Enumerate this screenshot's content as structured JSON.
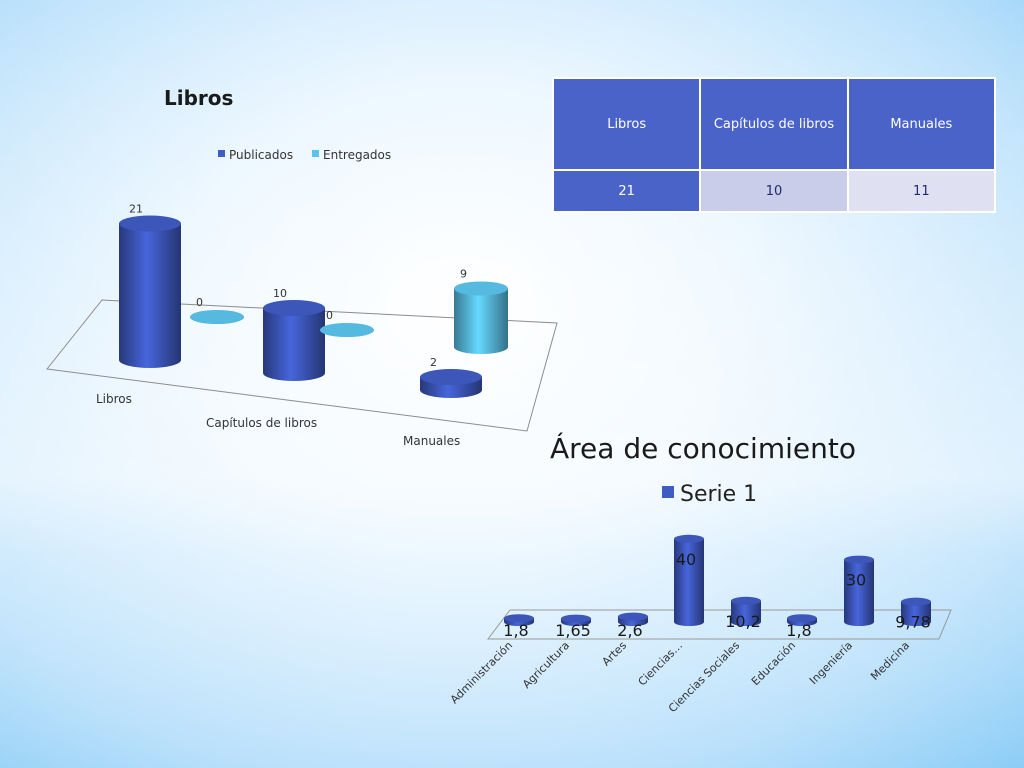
{
  "summary_table": {
    "headers": [
      "Libros",
      "Capítulos de libros",
      "Manuales"
    ],
    "values": [
      "21",
      "10",
      "11"
    ]
  },
  "chart_data": [
    {
      "type": "bar",
      "style": "3d-cylinder",
      "title": "Libros",
      "categories": [
        "Libros",
        "Capítulos de libros",
        "Manuales"
      ],
      "series": [
        {
          "name": "Publicados",
          "values": [
            21,
            10,
            2
          ],
          "color": "#3f5bc4"
        },
        {
          "name": "Entregados",
          "values": [
            0,
            0,
            9
          ],
          "color": "#5bc3ec"
        }
      ],
      "legend_position": "top",
      "grid": false
    },
    {
      "type": "bar",
      "style": "3d-cylinder",
      "title": "Área de conocimiento",
      "categories": [
        "Administración",
        "Agricultura",
        "Artes",
        "Ciencias…",
        "Ciencias Sociales",
        "Educación",
        "Ingeniería",
        "Medicina"
      ],
      "series": [
        {
          "name": "Serie 1",
          "values": [
            1.8,
            1.65,
            2.6,
            40,
            10.2,
            1.8,
            30,
            9.78
          ],
          "color": "#3f5bc4"
        }
      ],
      "data_labels": [
        "1,8",
        "1,65",
        "2,6",
        "40",
        "10,2",
        "1,8",
        "30",
        "9,78"
      ],
      "legend_position": "top",
      "grid": false
    }
  ]
}
